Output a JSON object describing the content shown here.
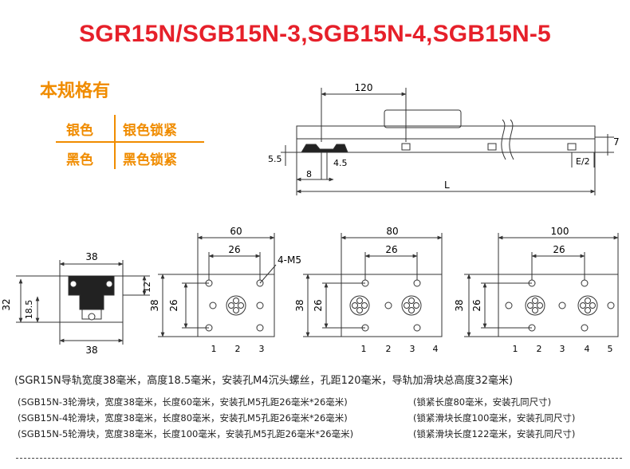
{
  "title": "SGR15N/SGB15N-3,SGB15N-4,SGB15N-5",
  "versions": {
    "heading": "本规格有",
    "rows": [
      {
        "color": "银色",
        "lock": "银色锁紧"
      },
      {
        "color": "黑色",
        "lock": "黑色锁紧"
      }
    ]
  },
  "rail_dims": {
    "pitch": "120",
    "height": "7",
    "base": "5.5",
    "hole": "4.5",
    "width": "8",
    "end": "E/2",
    "length": "L"
  },
  "section_dims": {
    "width": "38",
    "height_right": "12",
    "height_total": "32",
    "height_mid": "18.5",
    "width_bottom": "38"
  },
  "block3": {
    "length": "60",
    "spacing": "26",
    "holes": "4-M5",
    "width": "38",
    "hole_span": "26",
    "wheels": [
      "1",
      "2",
      "3"
    ]
  },
  "block4": {
    "length": "80",
    "spacing": "26",
    "width": "38",
    "hole_span": "26",
    "wheels": [
      "1",
      "2",
      "3",
      "4"
    ]
  },
  "block5": {
    "length": "100",
    "spacing": "26",
    "width": "38",
    "hole_span": "26",
    "wheels": [
      "1",
      "2",
      "3",
      "4",
      "5"
    ]
  },
  "notes": {
    "main": "(SGR15N导轨宽度38毫米，高度18.5毫米，安装孔M4沉头螺丝，孔距120毫米，导轨加滑块总高度32毫米)",
    "sgb3": "(SGB15N-3轮滑块，宽度38毫米，长度60毫米，安装孔M5孔距26毫米*26毫米)",
    "sgb4": "(SGB15N-4轮滑块，宽度38毫米，长度80毫米，安装孔M5孔距26毫米*26毫米)",
    "sgb5": "(SGB15N-5轮滑块，宽度38毫米，长度100毫米，安装孔M5孔距26毫米*26毫米)",
    "lock4": "(锁紧长度80毫米，安装孔同尺寸)",
    "lock5": "(锁紧滑块长度100毫米，安装孔同尺寸)",
    "lock6": "(锁紧滑块长度122毫米，安装孔同尺寸)"
  }
}
